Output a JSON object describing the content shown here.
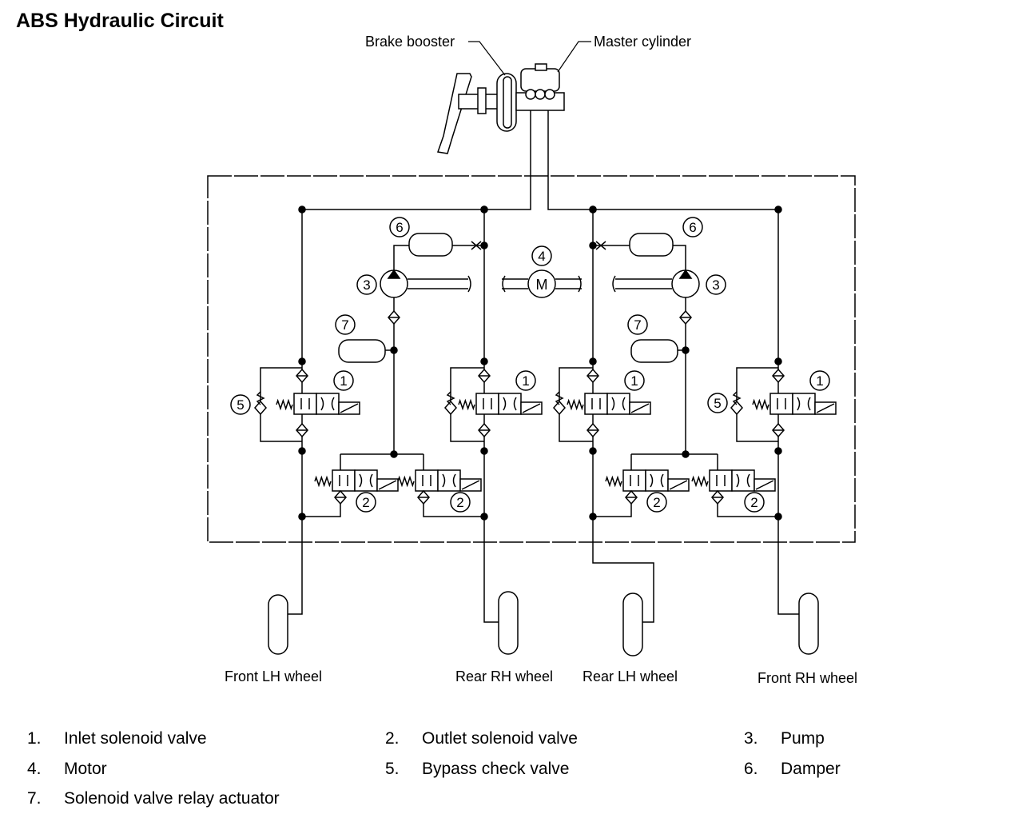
{
  "title": "ABS Hydraulic Circuit",
  "labels": {
    "brake_booster": "Brake booster",
    "master_cylinder": "Master cylinder"
  },
  "wheels": [
    {
      "id": "front-lh",
      "label": "Front LH wheel"
    },
    {
      "id": "rear-rh",
      "label": "Rear RH wheel"
    },
    {
      "id": "rear-lh",
      "label": "Rear LH wheel"
    },
    {
      "id": "front-rh",
      "label": "Front RH wheel"
    }
  ],
  "motor_symbol": "M",
  "legend": [
    {
      "num": "1.",
      "text": "Inlet solenoid valve"
    },
    {
      "num": "2.",
      "text": "Outlet solenoid valve"
    },
    {
      "num": "3.",
      "text": "Pump"
    },
    {
      "num": "4.",
      "text": "Motor"
    },
    {
      "num": "5.",
      "text": "Bypass check valve"
    },
    {
      "num": "6.",
      "text": "Damper"
    },
    {
      "num": "7.",
      "text": "Solenoid valve relay actuator"
    }
  ],
  "callouts": {
    "inlet": "1",
    "outlet": "2",
    "pump": "3",
    "motor": "4",
    "bypass": "5",
    "damper": "6",
    "actuator": "7"
  }
}
